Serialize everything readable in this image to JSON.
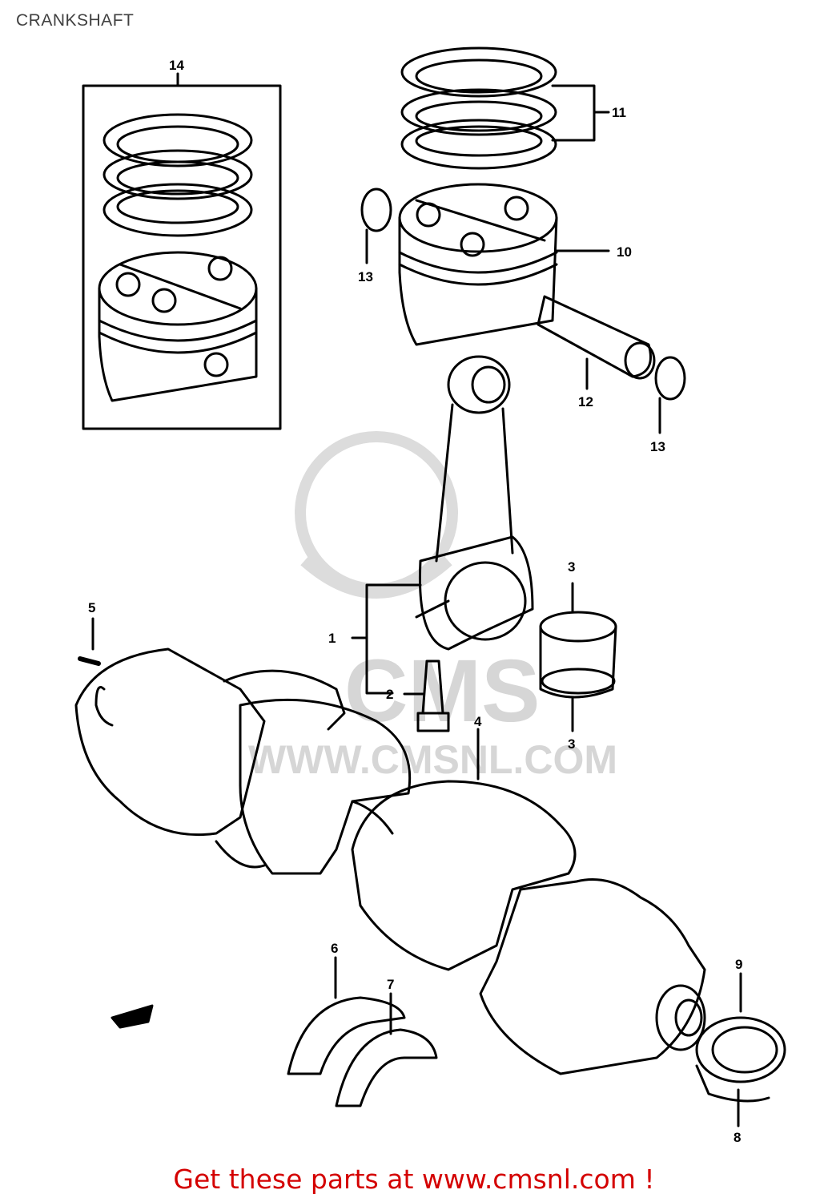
{
  "title": "CRANKSHAFT",
  "footer_link": "Get these parts at www.cmsnl.com !",
  "watermark": {
    "brand": "CMS",
    "url": "WWW.CMSNL.COM"
  },
  "callouts": [
    "1",
    "2",
    "3",
    "3",
    "4",
    "5",
    "6",
    "7",
    "8",
    "9",
    "10",
    "11",
    "12",
    "13",
    "13",
    "14"
  ],
  "colors": {
    "line": "#000000",
    "watermark": "#d6d6d6",
    "footer": "#d40000"
  }
}
